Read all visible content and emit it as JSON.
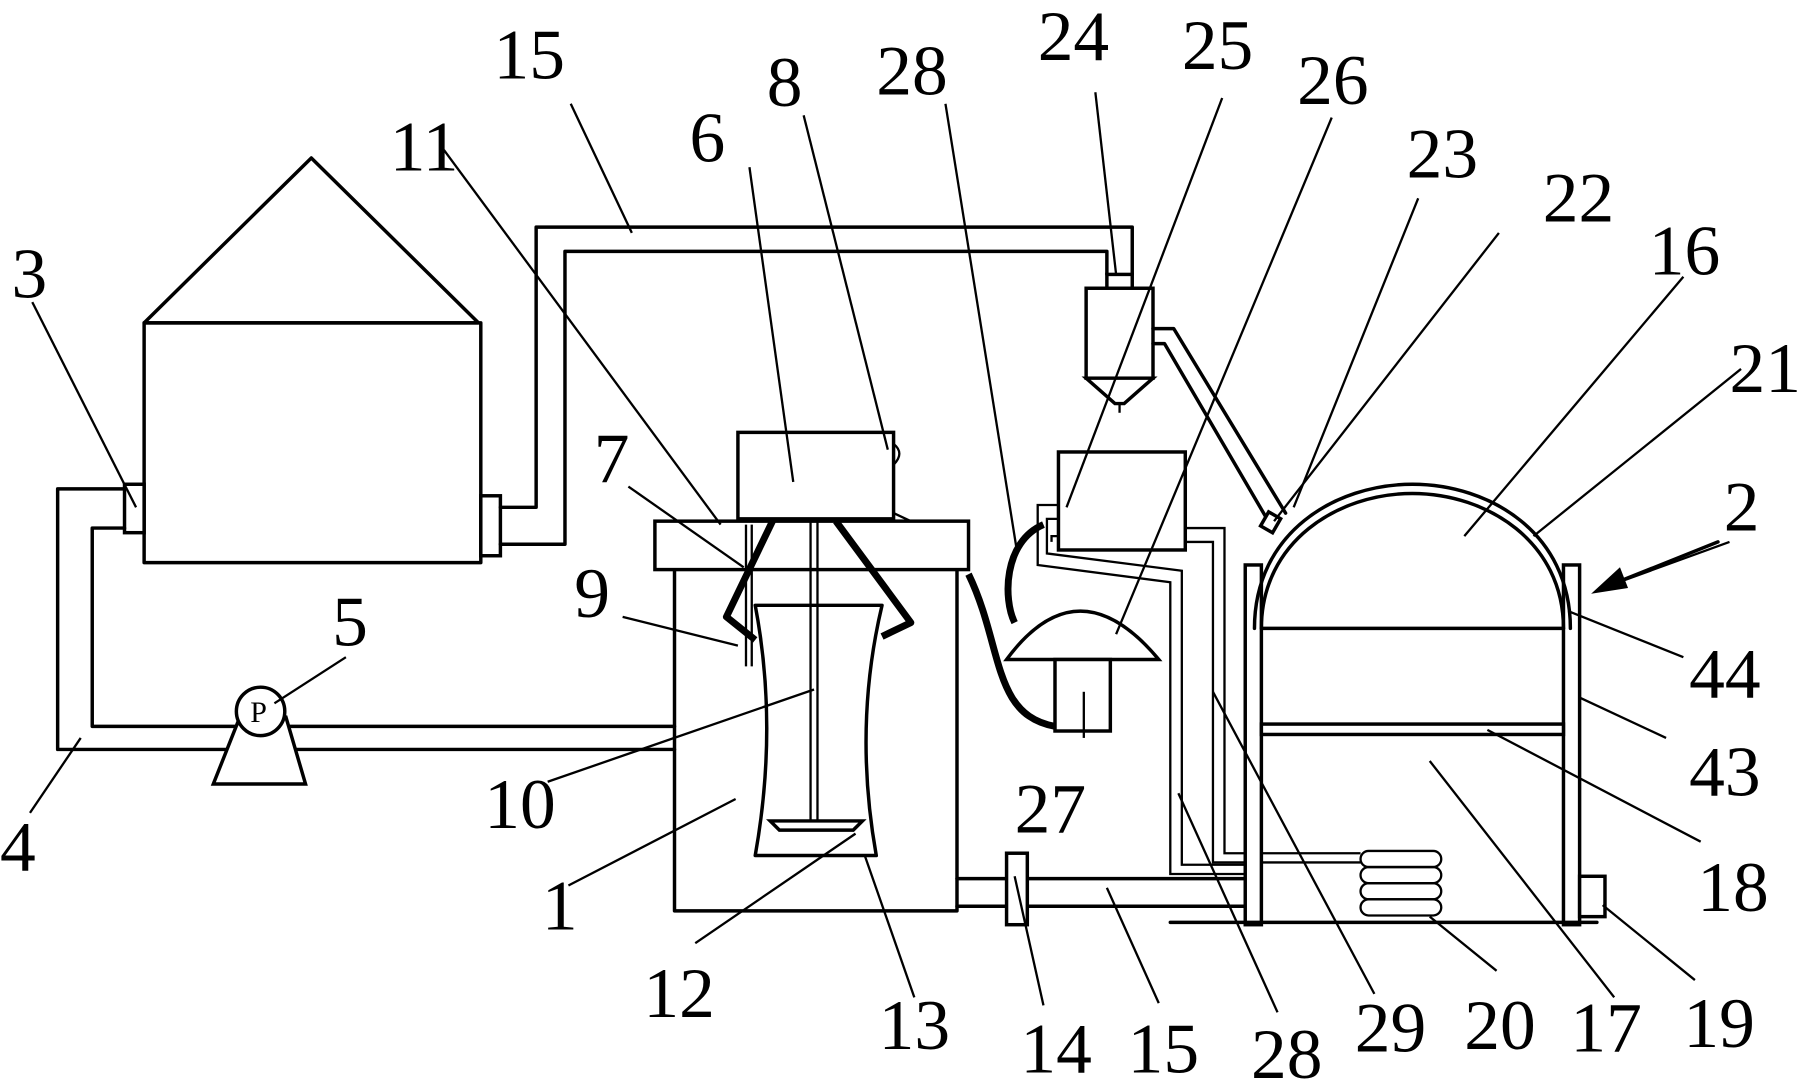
{
  "labels": {
    "l1": "1",
    "l2": "2",
    "l3": "3",
    "l4": "4",
    "l5": "5",
    "l6": "6",
    "l7": "7",
    "l8": "8",
    "l9": "9",
    "l10": "10",
    "l11": "11",
    "l12": "12",
    "l13": "13",
    "l14": "14",
    "l15a": "15",
    "l15b": "15",
    "l16": "16",
    "l17": "17",
    "l18": "18",
    "l19": "19",
    "l20": "20",
    "l21": "21",
    "l22": "22",
    "l23": "23",
    "l24": "24",
    "l25": "25",
    "l26": "26",
    "l27": "27",
    "l28a": "28",
    "l28b": "28",
    "l29": "29",
    "l43": "43",
    "l44": "44"
  },
  "pump_symbol": "P"
}
